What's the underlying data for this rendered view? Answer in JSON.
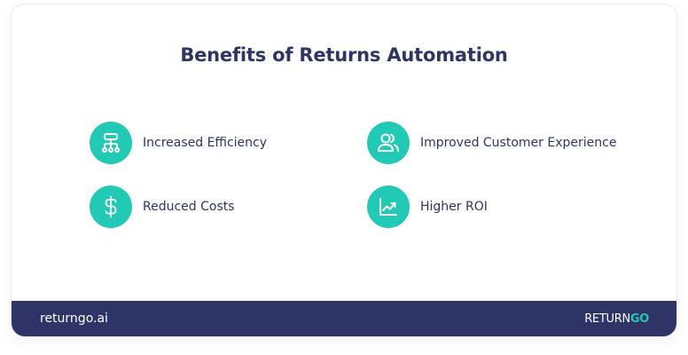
{
  "title": "Benefits of Returns Automation",
  "benefits": [
    {
      "label": "Increased Efficiency",
      "icon": "hierarchy-icon"
    },
    {
      "label": "Improved Customer Experience",
      "icon": "users-icon"
    },
    {
      "label": "Reduced Costs",
      "icon": "dollar-icon"
    },
    {
      "label": "Higher ROI",
      "icon": "chart-trend-up-icon"
    }
  ],
  "footer": {
    "url": "returngo.ai",
    "brand_part1": "RETURN",
    "brand_part2": "GO"
  },
  "colors": {
    "accent": "#22c9b4",
    "navy": "#2e3466",
    "background": "#ffffff"
  }
}
